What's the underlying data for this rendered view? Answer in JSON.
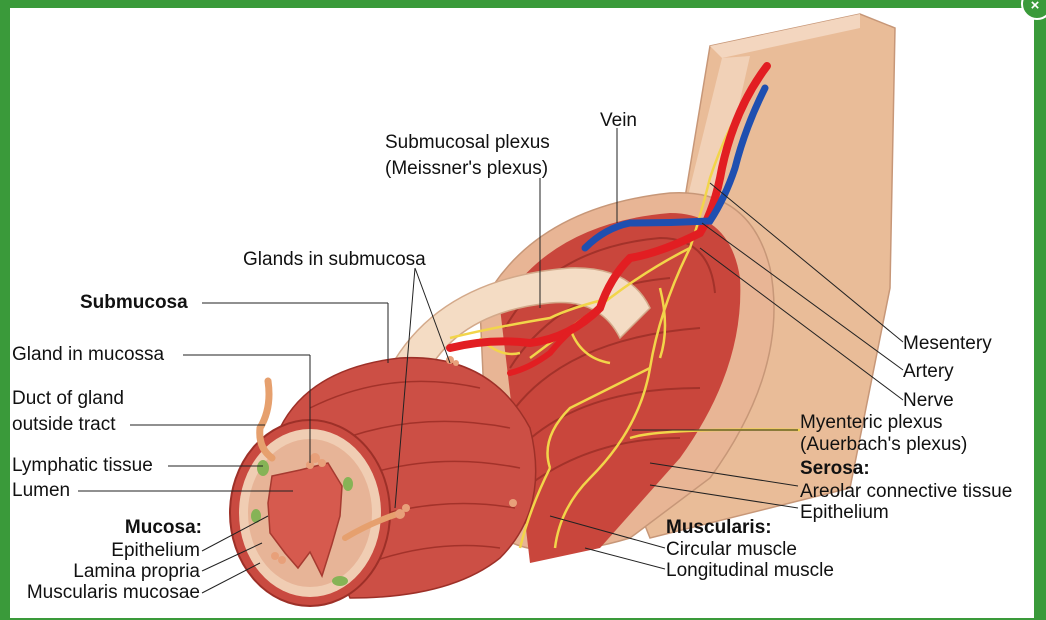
{
  "window": {
    "close_glyph": "×"
  },
  "colors": {
    "frame": "#3a9a3a",
    "artery": "#e21e22",
    "vein": "#1f4fb0",
    "nerve": "#f2d54a",
    "muscle": "#c9463c",
    "serosa": "#ebc2a4"
  },
  "labels": {
    "vein": "Vein",
    "submucosal_plexus_1": "Submucosal plexus",
    "submucosal_plexus_2": "(Meissner's plexus)",
    "glands_in_submucosa": "Glands in submucosa",
    "submucosa": "Submucosa",
    "gland_in_mucosa": "Gland in mucossa",
    "duct_1": "Duct of gland",
    "duct_2": "outside tract",
    "lymphatic_tissue": "Lymphatic tissue",
    "lumen": "Lumen",
    "mucosa": "Mucosa:",
    "epithelium_mucosa": "Epithelium",
    "lamina_propria": "Lamina propria",
    "muscularis_mucosae": "Muscularis mucosae",
    "mesentery": "Mesentery",
    "artery": "Artery",
    "nerve": "Nerve",
    "myenteric_1": "Myenteric plexus",
    "myenteric_2": "(Auerbach's plexus)",
    "serosa": "Serosa:",
    "areolar": "Areolar connective tissue",
    "epithelium_serosa": "Epithelium",
    "muscularis": "Muscularis:",
    "circular_muscle": "Circular muscle",
    "longitudinal_muscle": "Longitudinal muscle"
  }
}
